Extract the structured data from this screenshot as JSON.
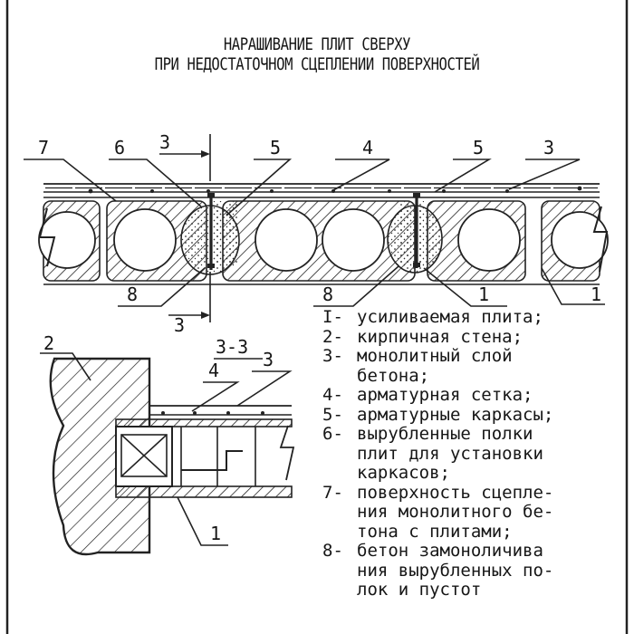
{
  "title_lines": [
    "НАРАШИВАНИЕ ПЛИТ СВЕРХУ",
    "ПРИ НЕДОСТАТОЧНОМ СЦЕПЛЕНИИ ПОВЕРХНОСТЕЙ"
  ],
  "callouts": {
    "top": [
      "7",
      "6",
      "3",
      "5",
      "4",
      "5",
      "3"
    ],
    "bottom": [
      "8",
      "3",
      "8",
      "1",
      "1"
    ],
    "section_label": "3-3",
    "section_callouts": [
      "2",
      "4",
      "3",
      "1"
    ]
  },
  "legend": [
    {
      "num": "I-",
      "text": "усиливаемая плита;"
    },
    {
      "num": "2-",
      "text": "кирпичная стена;"
    },
    {
      "num": "3-",
      "text": "монолитный слой\nбетона;"
    },
    {
      "num": "4-",
      "text": "арматурная сетка;"
    },
    {
      "num": "5-",
      "text": "арматурные каркасы;"
    },
    {
      "num": "6-",
      "text": "вырубленные полки\nплит для установки\nкаркасов;"
    },
    {
      "num": "7-",
      "text": "поверхность сцепле-\nния монолитного бе-\nтона с плитами;"
    },
    {
      "num": "8-",
      "text": "бетон замоноличива\nния вырубленных по-\nлок и пустот"
    }
  ]
}
